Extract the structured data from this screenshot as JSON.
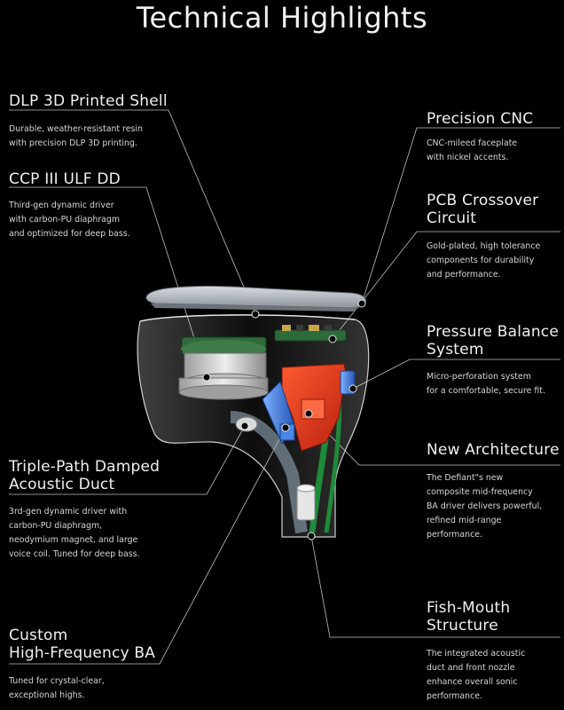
{
  "page": {
    "title": "Technical Highlights"
  },
  "features": {
    "dlp": {
      "heading": "DLP 3D Printed Shell",
      "desc_lines": [
        "Durable, weather-resistant resin",
        "with precision DLP 3D printing."
      ]
    },
    "ccp": {
      "heading": "CCP III ULF DD",
      "desc_lines": [
        "Third-gen dynamic driver",
        "with carbon-PU diaphragm",
        "and optimized for deep bass."
      ]
    },
    "triple": {
      "heading_lines": [
        "Triple-Path Damped",
        "Acoustic Duct"
      ],
      "desc_lines": [
        "3rd-gen dynamic driver with",
        "carbon-PU diaphragm,",
        "neodymium magnet, and large",
        "voice coil. Tuned for deep bass."
      ]
    },
    "custom": {
      "heading_lines": [
        "Custom",
        "High-Frequency BA"
      ],
      "desc_lines": [
        "Tuned for crystal-clear,",
        "exceptional highs."
      ]
    },
    "cnc": {
      "heading": "Precision CNC",
      "desc_lines": [
        "CNC-mileed faceplate",
        "with nickel accents."
      ]
    },
    "pcb": {
      "heading_lines": [
        "PCB Crossover",
        "Circuit"
      ],
      "desc_lines": [
        "Gold-plated, high tolerance",
        "components for durability",
        "and performance."
      ]
    },
    "pressure": {
      "heading_lines": [
        "Pressure Balance",
        "System"
      ],
      "desc_lines": [
        "Micro-perforation system",
        "for a comfortable, secure fit."
      ]
    },
    "newarch": {
      "heading": "New Architecture",
      "desc_lines": [
        "The Defiant\"s new",
        "composite mid-frequency",
        "BA driver delivers powerful,",
        "refined mid-range",
        "performance."
      ]
    },
    "fish": {
      "heading_lines": [
        "Fish-Mouth",
        "Structure"
      ],
      "desc_lines": [
        "The integrated acoustic",
        "duct and front nozzle",
        "enhance overall sonic",
        "performance."
      ]
    }
  },
  "colors": {
    "background": "#000000",
    "shell": "#b9bec6",
    "duct_green": "#1e8a3a",
    "ba_red": "#e03a1e",
    "ba_blue": "#2a6fd6"
  }
}
